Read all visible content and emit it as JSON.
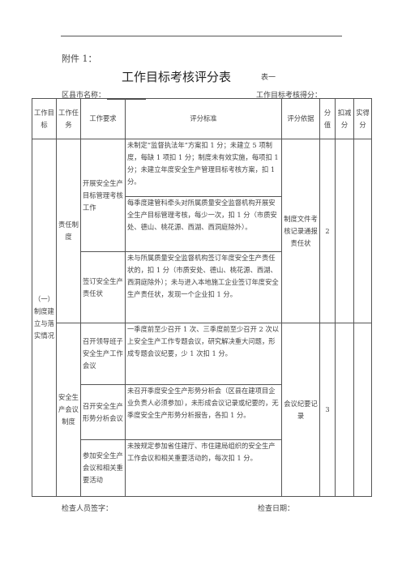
{
  "header": {
    "attachment": "附件 1：",
    "title": "工作目标考核评分表",
    "table_no": "表一",
    "district_label": "区县市名称：",
    "score_label": "工作目标考核得分："
  },
  "table": {
    "headers": {
      "goal": "工作目标",
      "task": "工作任务",
      "requirement": "工作要求",
      "standard": "评分标准",
      "basis": "评分依据",
      "points": "分值",
      "deduct": "扣减分",
      "actual": "实得分"
    },
    "goal_1": "（一）制度建立与落实情况",
    "task_1": "责任制度",
    "task_2": "安全生产会议制度",
    "rows": [
      {
        "requirement": "开展安全生产目标管理考核工作",
        "standard": "未制定“监督执法年”方案扣 1 分；未建立 5 项制度，每缺 1 项扣 1 分；制度未有效实施，每项扣 1 分；未建立年度安全生产管理目标考核方案，扣 1 分。"
      },
      {
        "standard": "每季度建管科牵头对所属质量安全监督机构开展安全生产目标管理考核，每少一次，扣 1 分（市质安处、德山、桃花源、西湖、西洞庭除外）。"
      },
      {
        "requirement": "签订安全生产责任状",
        "standard": "未与所属质量安全监督机构签订年度安全生产责任状的，扣 1 分（市质安处、德山、桃花源、西湖、西洞庭除外）；未与进入本地施工企业签订年度安全生产责任状，发现一个企业扣 1 分。"
      },
      {
        "requirement": "召开领导班子安全生产工作会议",
        "standard": "一季度前至少召开 1 次、三季度前至少召开 2 次以上安全生产工作专题会议，研究解决重大问题，形成专题会议纪要，少 1 次扣 1 分。"
      },
      {
        "requirement": "召开安全生产形势分析会议",
        "standard": "未召开季度安全生产形势分析会（区县在建项目企业负责人必须参加），未形成会议记录或纪要的，无季度安全生产形势分析报告，各扣 1 分。"
      },
      {
        "requirement": "参加安全生产会议和相关重要活动",
        "standard": "未按规定参加省住建厅、市住建局组织的安全生产工作会议和相关重要活动的，每次扣 1 分。"
      }
    ],
    "basis_1": "制度文件考核记录通报责任状",
    "points_1": "2",
    "basis_2": "会议纪要记录",
    "points_2": "3"
  },
  "footer": {
    "inspector": "检查人员签字：",
    "date": "检查日期："
  }
}
